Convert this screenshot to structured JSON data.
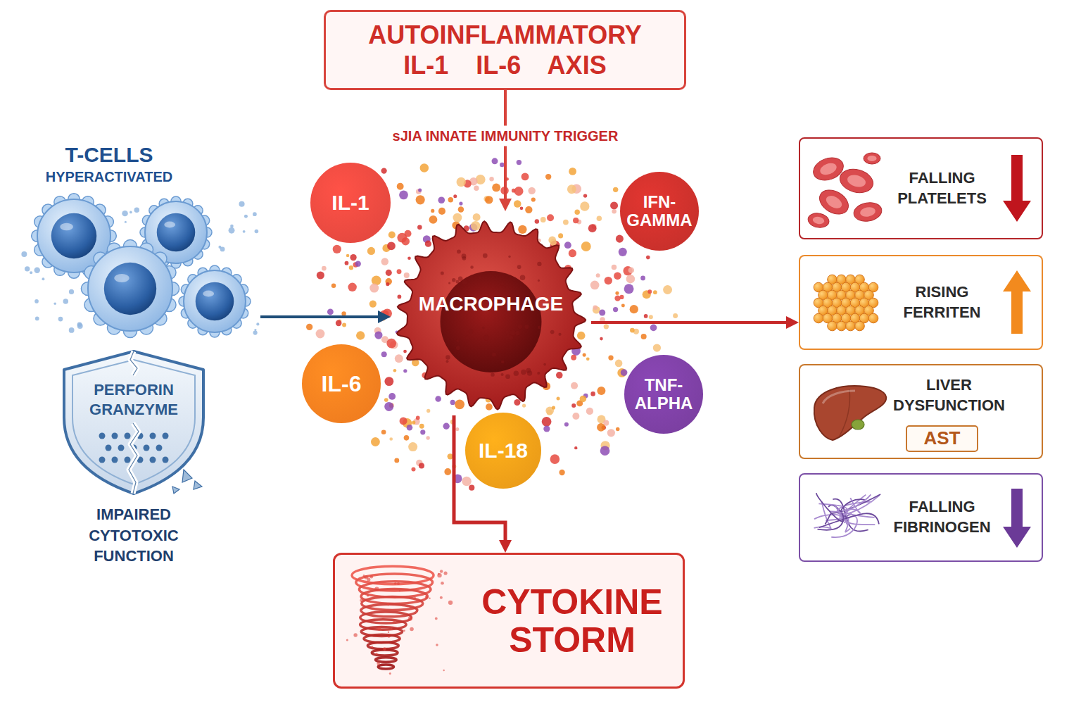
{
  "diagram": {
    "nodes": [
      {
        "text": [
          "AUTOINFLAMMATORY IL-1 IL-6 AXIS"
        ]
      },
      {
        "text": [
          "T-CELLS",
          "HYPERACTIVATED"
        ]
      },
      {
        "text": [
          "IL-1"
        ]
      },
      {
        "text": [
          "IFN-GAMMA"
        ]
      },
      {
        "text": [
          "MACROPHAGE"
        ]
      },
      {
        "text": [
          "IL-6"
        ]
      },
      {
        "text": [
          "TNF-ALPHA"
        ]
      },
      {
        "text": [
          "IL-18"
        ]
      },
      {
        "text": [
          "PERFORIN GRANZYME"
        ]
      },
      {
        "text": [
          "CYTOKINE STORM"
        ]
      },
      {
        "text": [
          "FALLING PLATELETS"
        ]
      },
      {
        "text": [
          "RISING FERRITEN"
        ]
      },
      {
        "text": [
          "LIVER DYSFUNCTION"
        ]
      },
      {
        "text": [
          "AST"
        ],
        "in": 12
      },
      {
        "text": [
          "FALLING FIBRINOGEN"
        ]
      }
    ],
    "edges": [
      {
        "from": 0,
        "to": 4,
        "label": "sJIA INNATE IMMUNITY TRIGGER",
        "arrow": "to"
      },
      {
        "from": 1,
        "to": 4,
        "arrow": "to"
      },
      {
        "from": 4,
        "to": 9,
        "arrow": "to"
      },
      {
        "from": 4,
        "to": 11,
        "arrow": "to"
      }
    ],
    "labels": [
      "IMPAIRED CYTOTOXIC FUNCTION"
    ]
  }
}
